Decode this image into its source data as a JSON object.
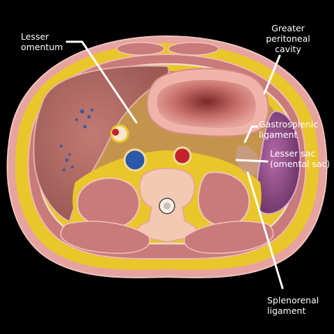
{
  "labels": {
    "lesser_omentum": "Lesser\nomentum",
    "greater_peritoneal_cavity": "Greater\nperitoneal\ncavity",
    "gastrosplenic_ligament": "Gastrosplenic\nligament",
    "lesser_sac": "Lesser sac\n(omental sac)",
    "splenorenal_ligament": "Splenorenal\nligament"
  },
  "colors": {
    "background": "#000000",
    "skin": "#e6a3a0",
    "fat": "#e9c62a",
    "muscle": "#c97a7a",
    "liver": "#b8736c",
    "stomach": "#d8837a",
    "spleen": "#8e4b86",
    "bone": "#f3c9b4",
    "vein": "#2b58a8",
    "artery": "#c2222c",
    "leader_line": "#ffffff"
  }
}
